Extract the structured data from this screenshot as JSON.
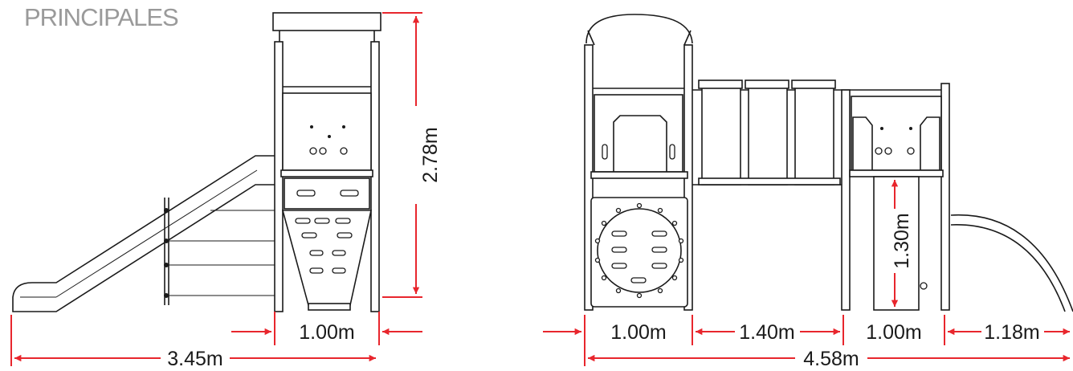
{
  "heading": "PRINCIPALES",
  "colors": {
    "dimension": "#e8262d",
    "line": "#1a1a1a",
    "heading": "#9a9a9a"
  },
  "side_view": {
    "height": "2.78m",
    "platform_width": "1.00m",
    "overall_length": "3.45m"
  },
  "front_view": {
    "seg_tower": "1.00m",
    "seg_bridge": "1.40m",
    "seg_tower2": "1.00m",
    "seg_slide": "1.18m",
    "overall_length": "4.58m",
    "platform_height": "1.30m"
  }
}
